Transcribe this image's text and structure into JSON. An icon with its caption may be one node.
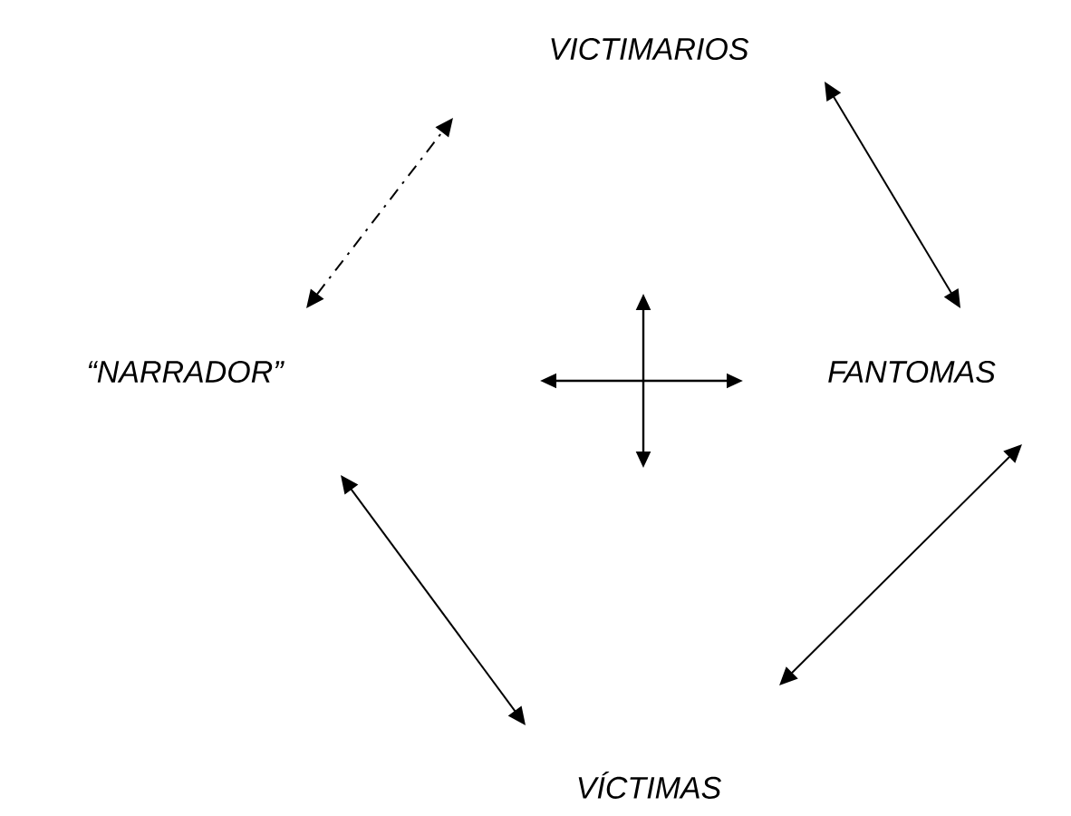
{
  "diagram": {
    "nodes": [
      {
        "text": [
          "VICTIMARIOS"
        ]
      },
      {
        "text": [
          "“NARRADOR”"
        ]
      },
      {
        "text": [
          "FANTOMAS"
        ]
      },
      {
        "text": [
          "VÍCTIMAS"
        ]
      }
    ],
    "edges": [
      {
        "from": 1,
        "to": 0,
        "arrow": "both",
        "style": "dashed"
      },
      {
        "from": 0,
        "to": 2,
        "arrow": "both"
      },
      {
        "from": 2,
        "to": 3,
        "arrow": "both"
      },
      {
        "from": 1,
        "to": 3,
        "arrow": "both"
      }
    ]
  }
}
